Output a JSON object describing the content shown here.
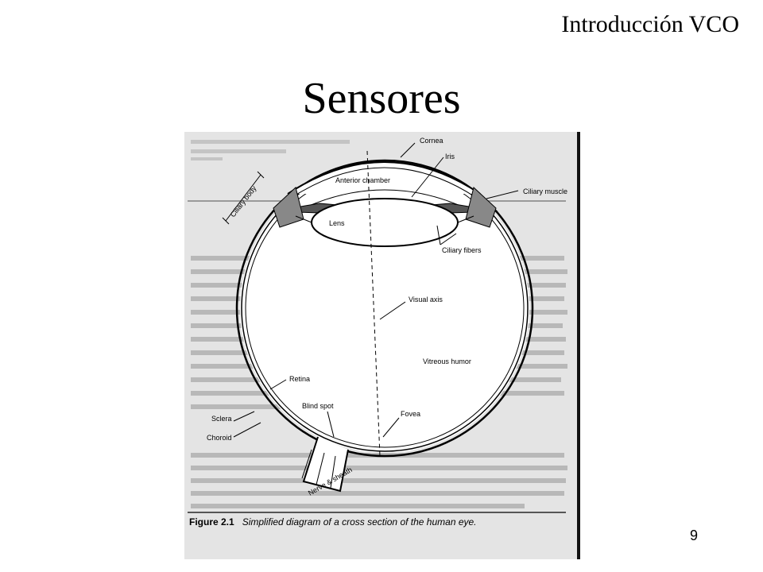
{
  "header": {
    "section_label": "Introducción VCO"
  },
  "slide": {
    "title": "Sensores",
    "page_number": "9"
  },
  "figure": {
    "caption_label": "Figure 2.1",
    "caption_text": "Simplified diagram of a cross section of the human eye.",
    "labels": {
      "cornea": "Cornea",
      "iris": "Iris",
      "anterior_chamber": "Anterior chamber",
      "ciliary_muscle": "Ciliary muscle",
      "ciliary_body": "Ciliary body",
      "lens": "Lens",
      "ciliary_fibers": "Ciliary fibers",
      "visual_axis": "Visual axis",
      "vitreous_humor": "Vitreous humor",
      "retina": "Retina",
      "blind_spot": "Blind spot",
      "sclera": "Sclera",
      "choroid": "Choroid",
      "fovea": "Fovea",
      "nerve_sheath": "Nerve & sheath"
    }
  }
}
